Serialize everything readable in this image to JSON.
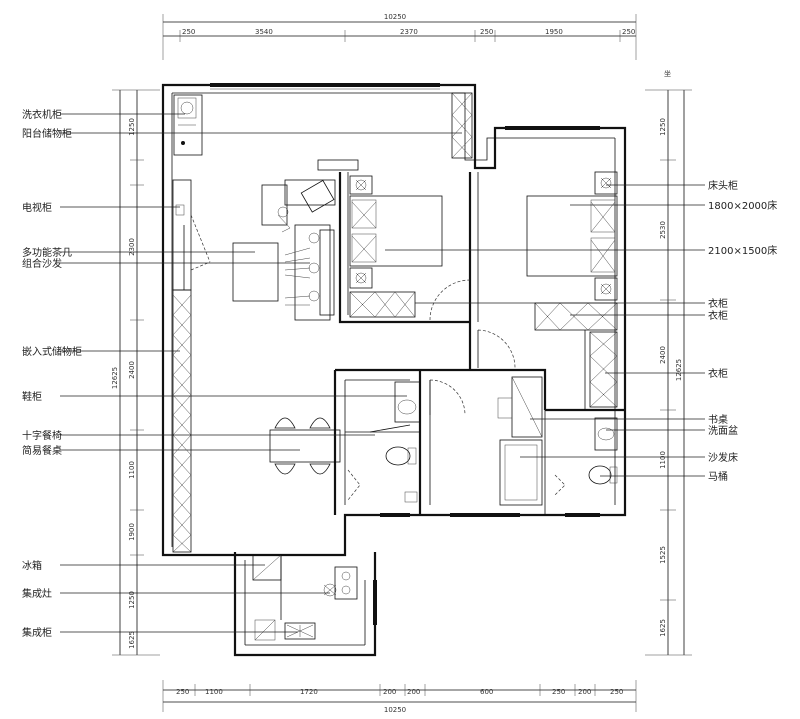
{
  "dims": {
    "top_total": "10250",
    "top_segments": [
      "250",
      "3540",
      "2370",
      "250",
      "1950",
      "250"
    ],
    "bottom_total": "10250",
    "bottom_segments": [
      "250",
      "1100",
      "1720",
      "200",
      "200",
      "600",
      "250",
      "200",
      "250"
    ],
    "left_total": "12625",
    "left_segments": [
      "1250",
      "2300",
      "2400",
      "1100",
      "1900",
      "1250",
      "1625"
    ],
    "right_total": "12625",
    "right_segments": [
      "1250",
      "2530",
      "2400",
      "1100",
      "1525",
      "1625"
    ]
  },
  "labels_left": [
    {
      "id": "washer-cabinet",
      "text": "洗衣机柜"
    },
    {
      "id": "balcony-cabinet",
      "text": "阳台储物柜"
    },
    {
      "id": "tv-cabinet",
      "text": "电视柜"
    },
    {
      "id": "coffee-table",
      "text": "多功能茶几"
    },
    {
      "id": "sofa",
      "text": "组合沙发"
    },
    {
      "id": "decor-cabinet",
      "text": "嵌入式储物柜"
    },
    {
      "id": "shoe-cabinet",
      "text": "鞋柜"
    },
    {
      "id": "dining-chairs",
      "text": "十字餐椅"
    },
    {
      "id": "dining-table",
      "text": "简易餐桌"
    },
    {
      "id": "fridge",
      "text": "冰箱"
    },
    {
      "id": "stove",
      "text": "集成灶"
    },
    {
      "id": "cabinet",
      "text": "集成柜"
    }
  ],
  "labels_right": [
    {
      "id": "nightstand",
      "text": "床头柜"
    },
    {
      "id": "bed-1800",
      "text": "1800×2000床"
    },
    {
      "id": "bed-2100",
      "text": "2100×1500床"
    },
    {
      "id": "wardrobe-1",
      "text": "衣柜"
    },
    {
      "id": "wardrobe-2",
      "text": "衣柜"
    },
    {
      "id": "wardrobe-3",
      "text": "衣柜"
    },
    {
      "id": "vanity",
      "text": "书桌"
    },
    {
      "id": "wash-basin",
      "text": "洗面盆"
    },
    {
      "id": "sofa-bed",
      "text": "沙发床"
    },
    {
      "id": "toilet",
      "text": "马桶"
    }
  ],
  "side_marks": {
    "right_top": "坐"
  }
}
